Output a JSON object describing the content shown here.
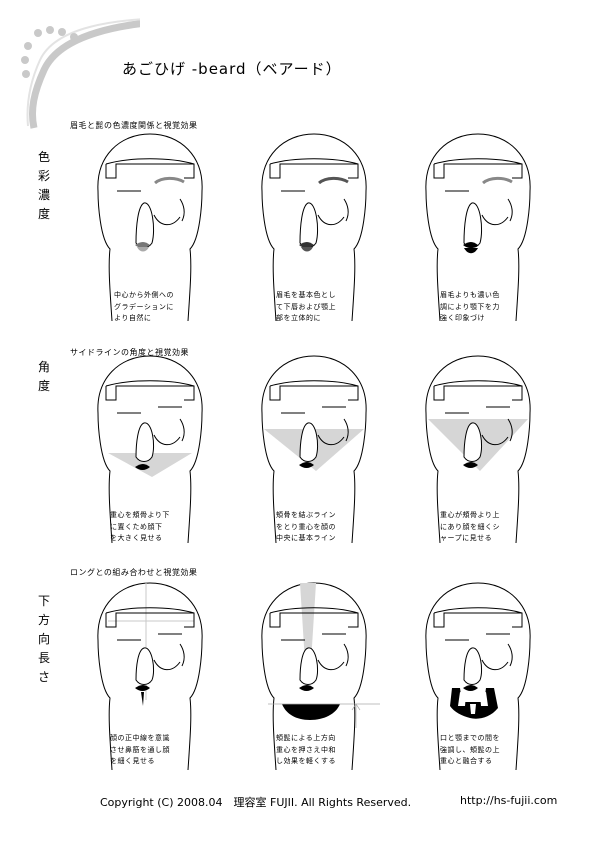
{
  "title": "あごひげ -beard（ベアード）",
  "sections": [
    {
      "heading": "眉毛と髭の色濃度関係と視覚効果",
      "side_label": [
        "色",
        "彩",
        "濃",
        "度"
      ],
      "captions": [
        [
          "中心から外側への",
          "グラデーションに",
          "より自然に"
        ],
        [
          "眉毛を基本色とし",
          "て下唇および顎上",
          "部を立体的に"
        ],
        [
          "眉毛よりも濃い色",
          "調により顎下を力",
          "強く印象づけ"
        ]
      ]
    },
    {
      "heading": "サイドラインの角度と視覚効果",
      "side_label": [
        "角",
        "度"
      ],
      "captions": [
        [
          "重心を頬骨より下",
          "に置くため顔下",
          "を大きく見せる"
        ],
        [
          "頬骨を結ぶライン",
          "をとり重心を顔の",
          "中央に基本ライン"
        ],
        [
          "重心が頬骨より上",
          "にあり顔を細くシ",
          "ャープに見せる"
        ]
      ]
    },
    {
      "heading": "ロングとの組み合わせと視覚効果",
      "side_label": [
        "下",
        "方",
        "向",
        "長",
        "さ"
      ],
      "captions": [
        [
          "顔の正中線を意識",
          "させ鼻筋を通し顔",
          "を細く見せる"
        ],
        [
          "頬髭による上方向",
          "重心を押さえ中和",
          "し効果を軽くする"
        ],
        [
          "口と顎までの間を",
          "強調し、頬髭の上",
          "重心と融合する"
        ]
      ]
    }
  ],
  "footer": {
    "copyright": "Copyright (C) 2008.04　理容室 FUJII. All Rights Reserved.",
    "url": "http://hs-fujii.com"
  }
}
